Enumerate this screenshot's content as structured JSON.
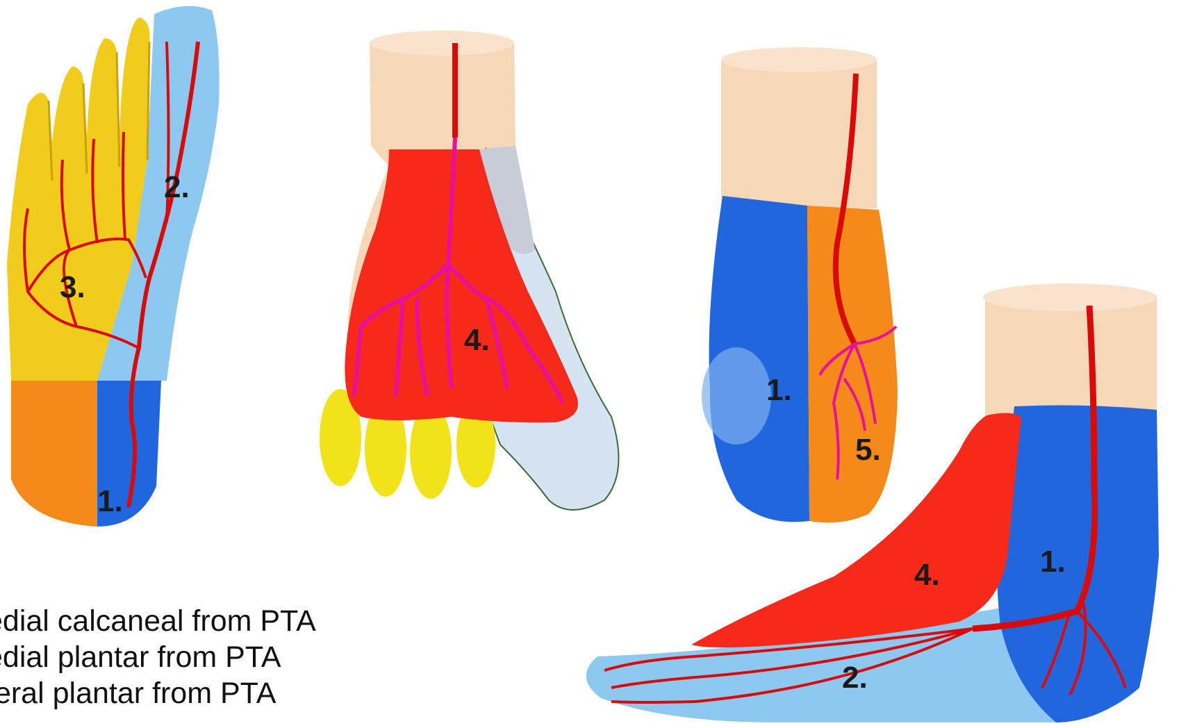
{
  "figure_labels": {
    "foot1_medial_calcaneal": "1.",
    "foot1_medial_plantar": "2.",
    "foot1_lateral_plantar": "3.",
    "foot2_label": "4.",
    "foot3_medial_calcaneal": "1.",
    "foot3_label": "5.",
    "foot4_label": "4.",
    "foot4_medial_calcaneal": "1.",
    "foot4_medial_plantar": "2."
  },
  "legend": [
    "edial calcaneal from PTA",
    "edial plantar from PTA",
    "teral plantar from PTA"
  ],
  "colors": {
    "artery": "#d90a0a",
    "branch_magenta": "#e8109a",
    "skin": "#f6d8b8",
    "yellow": "#f2cc1a",
    "light_blue": "#8cc8f0",
    "dark_blue": "#2266dd",
    "orange": "#f58a1a",
    "red_region": "#f52a1a",
    "pale": "#d6e4f2"
  }
}
